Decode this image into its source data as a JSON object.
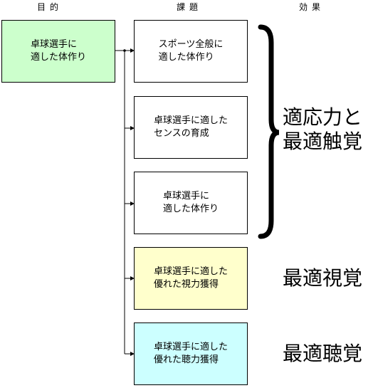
{
  "headers": {
    "purpose": "目的",
    "task": "課題",
    "effect": "効果"
  },
  "purpose_box": {
    "text": "卓球選手に\n適した体作り",
    "color": "#ccffcc"
  },
  "tasks": [
    {
      "text": "スポーツ全般に\n適した体作り",
      "color": "#ffffff"
    },
    {
      "text": "卓球選手に適した\nセンスの育成",
      "color": "#ffffff"
    },
    {
      "text": "卓球選手に\n適した体作り",
      "color": "#ffffff"
    },
    {
      "text": "卓球選手に適した\n優れた視力獲得",
      "color": "#ffffcc"
    },
    {
      "text": "卓球選手に適した\n優れた聴力獲得",
      "color": "#ccffff"
    }
  ],
  "effects": {
    "group": "適応力と\n最適触覚",
    "vision": "最適視覚",
    "hearing": "最適聴覚"
  }
}
